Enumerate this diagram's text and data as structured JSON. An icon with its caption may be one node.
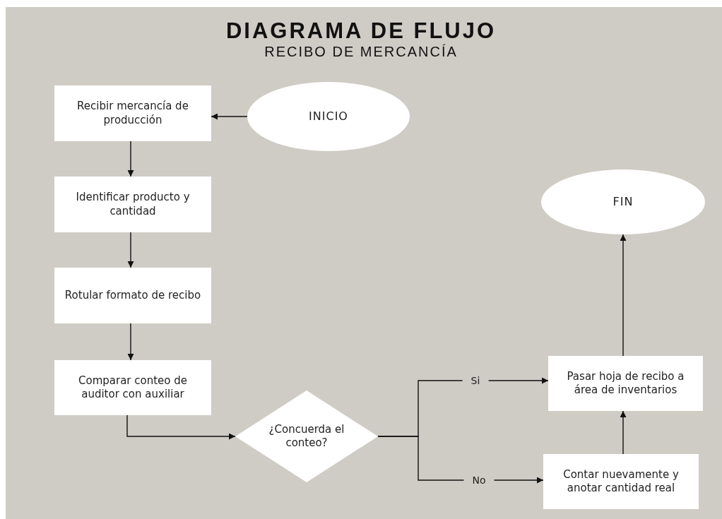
{
  "diagram": {
    "title": "DIAGRAMA DE FLUJO",
    "nodes": [
      {
        "text": [
          "INICIO"
        ]
      },
      {
        "text": [
          "Recibir mercancía de producción"
        ]
      },
      {
        "text": [
          "Identificar producto y cantidad"
        ]
      },
      {
        "text": [
          "Rotular formato de recibo"
        ]
      },
      {
        "text": [
          "Comparar conteo de auditor con auxiliar"
        ]
      },
      {
        "text": [
          "¿Concuerda el conteo?"
        ]
      },
      {
        "text": [
          "Pasar hoja de recibo a área de inventarios"
        ]
      },
      {
        "text": [
          "Contar nuevamente y anotar cantidad real"
        ]
      },
      {
        "text": [
          "FIN"
        ]
      }
    ],
    "edges": [
      {
        "from": 0,
        "to": 1,
        "arrow": "to"
      },
      {
        "from": 1,
        "to": 2,
        "arrow": "to"
      },
      {
        "from": 2,
        "to": 3,
        "arrow": "to"
      },
      {
        "from": 3,
        "to": 4,
        "arrow": "to"
      },
      {
        "from": 4,
        "to": 5,
        "arrow": "to"
      },
      {
        "from": 5,
        "to": 6,
        "arrow": "to",
        "label": "Si"
      },
      {
        "from": 5,
        "to": 7,
        "arrow": "to",
        "label": "No"
      },
      {
        "from": 7,
        "to": 6,
        "arrow": "to"
      },
      {
        "from": 6,
        "to": 8,
        "arrow": "to"
      }
    ],
    "labels": [
      "RECIBO DE MERCANCÍA"
    ]
  }
}
